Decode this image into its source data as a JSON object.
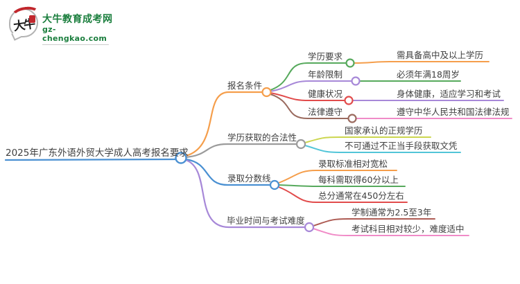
{
  "logo": {
    "brand_name": "大牛教育成考网",
    "brand_url": "gz-chengkao.com",
    "badge_text": "大牛",
    "brand_color": "#1a7e3d",
    "seal_color": "#c1272d"
  },
  "colors": {
    "text": "#3f3f3f",
    "blue": "#4a90d2",
    "orange": "#f59e4b",
    "gray": "#9b9b9b",
    "purple": "#a788d8",
    "green": "#56a95c",
    "red": "#e14b4b",
    "brown": "#9a6a5e",
    "pink": "#f08bc7",
    "yellow_green": "#ccd64e",
    "cyan": "#52c5d8",
    "dark_red": "#ad5a52"
  },
  "mindmap": {
    "root": {
      "label": "2025年广东外语外贸大学成人高考报名要求"
    },
    "branches": [
      {
        "label": "报名条件",
        "children": [
          {
            "label": "学历要求",
            "leaf": "需具备高中及以上学历"
          },
          {
            "label": "年龄限制",
            "leaf": "必须年满18周岁"
          },
          {
            "label": "健康状况",
            "leaf": "身体健康，适应学习和考试"
          },
          {
            "label": "法律遵守",
            "leaf": "遵守中华人民共和国法律法规"
          }
        ]
      },
      {
        "label": "学历获取的合法性",
        "children": [
          {
            "leaf": "国家承认的正规学历"
          },
          {
            "leaf": "不可通过不正当手段获取文凭"
          }
        ]
      },
      {
        "label": "录取分数线",
        "children": [
          {
            "leaf": "录取标准相对宽松"
          },
          {
            "leaf": "每科需取得60分以上"
          },
          {
            "leaf": "总分通常在450分左右"
          }
        ]
      },
      {
        "label": "毕业时间与考试难度",
        "children": [
          {
            "leaf": "学制通常为2.5至3年"
          },
          {
            "leaf": "考试科目相对较少，难度适中"
          }
        ]
      }
    ]
  }
}
